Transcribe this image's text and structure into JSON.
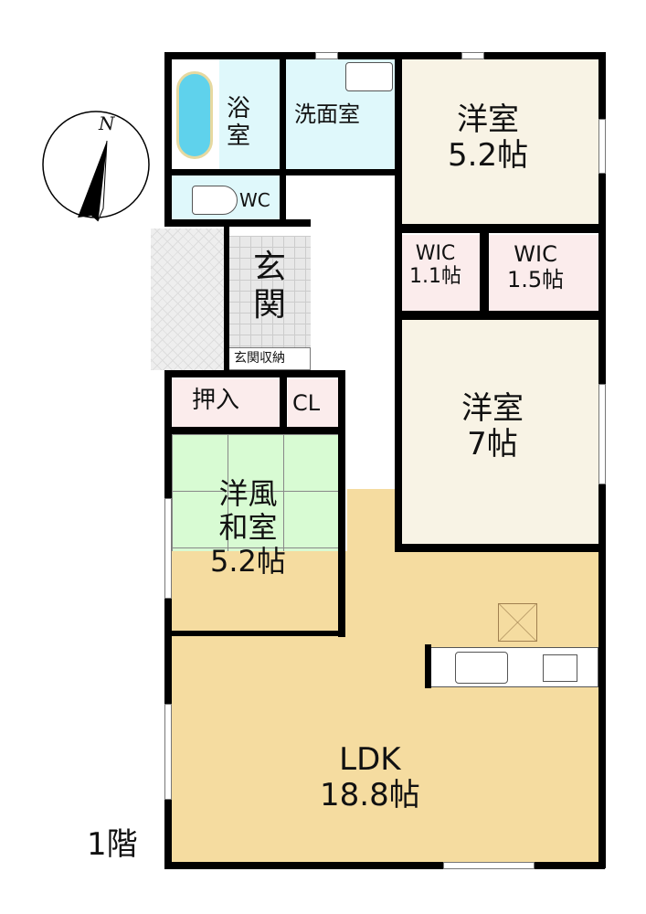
{
  "floor_label": "1階",
  "compass": {
    "north_label": "N"
  },
  "rooms": {
    "bath": {
      "name_line1": "浴",
      "name_line2": "室",
      "color": "#dff8fb"
    },
    "washroom": {
      "name": "洗面室",
      "color": "#dff8fb"
    },
    "wc": {
      "name": "WC",
      "color": "#dff8fb"
    },
    "western1": {
      "name": "洋室",
      "size": "5.2帖",
      "color": "#f8f3e5"
    },
    "wic1": {
      "name": "WIC",
      "size": "1.1帖",
      "color": "#fbecec"
    },
    "wic2": {
      "name": "WIC",
      "size": "1.5帖",
      "color": "#fbecec"
    },
    "entrance": {
      "name_line1": "玄",
      "name_line2": "関",
      "color": "#e8e8e8"
    },
    "entrance_storage": {
      "name": "玄関収納"
    },
    "western2": {
      "name": "洋室",
      "size": "7帖",
      "color": "#f8f3e5"
    },
    "oshiire": {
      "name": "押入",
      "color": "#fbecec"
    },
    "closet": {
      "name": "CL",
      "color": "#fbecec"
    },
    "washitsu": {
      "name_line1": "洋風",
      "name_line2": "和室",
      "size": "5.2帖",
      "color": "#d8fbd3"
    },
    "ldk": {
      "name": "LDK",
      "size": "18.8帖",
      "color": "#f5dca0"
    }
  }
}
